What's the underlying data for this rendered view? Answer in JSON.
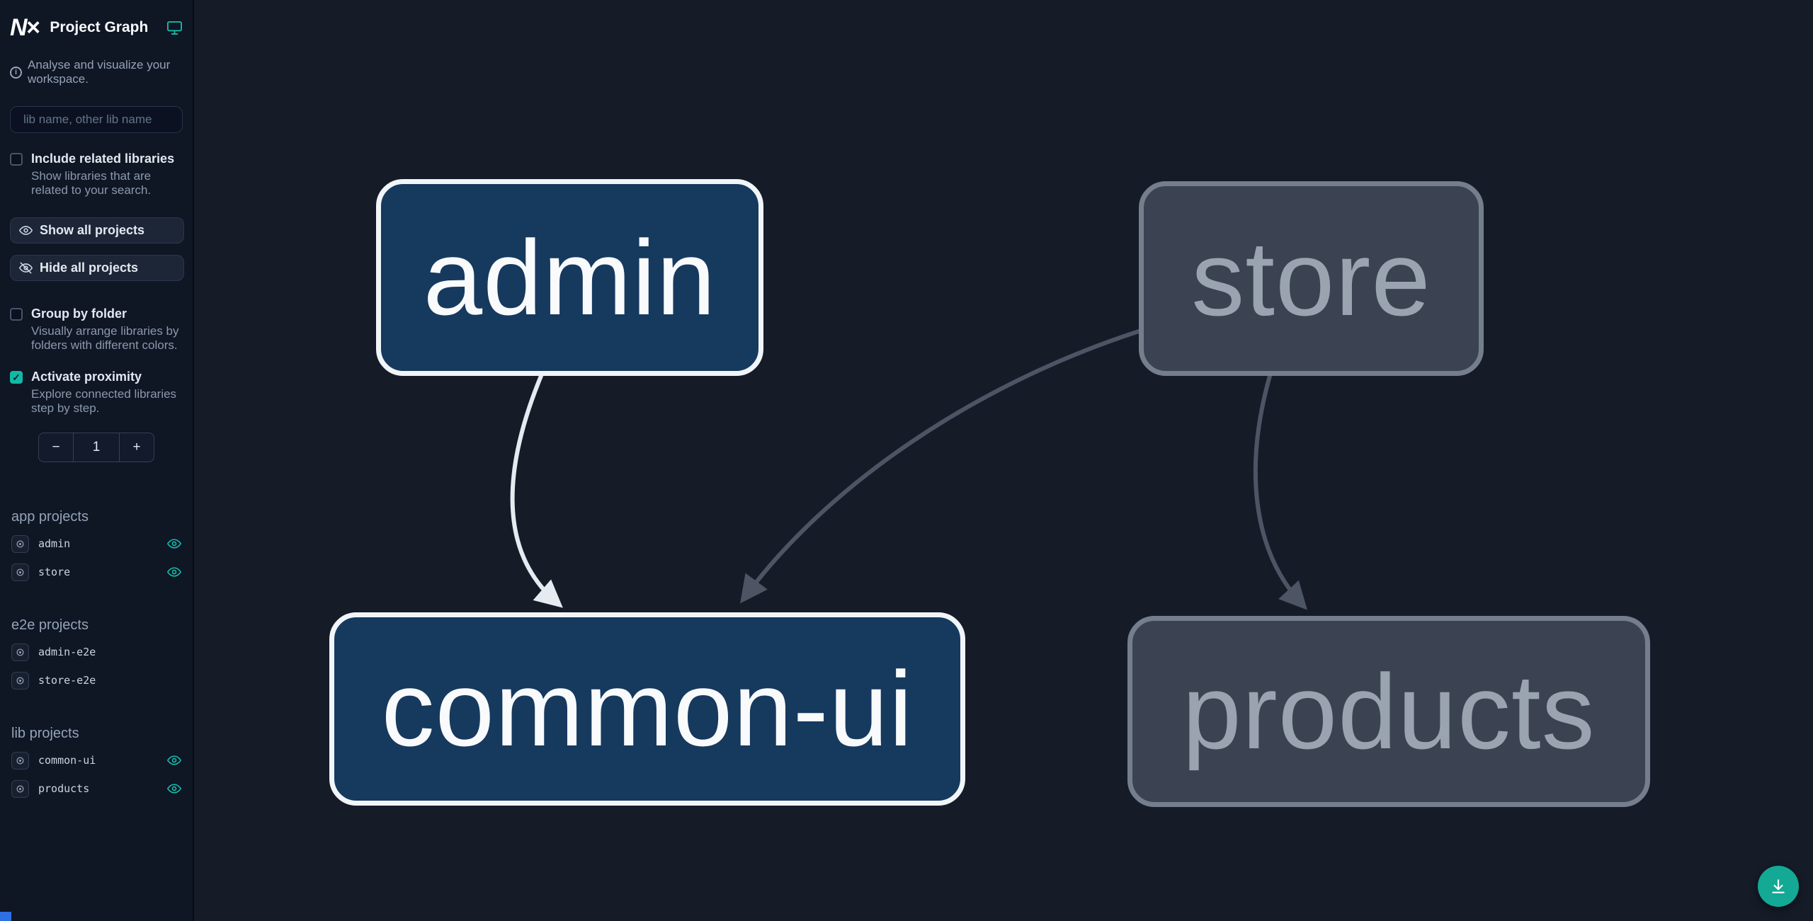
{
  "app": {
    "title": "Project Graph",
    "tagline": "Analyse and visualize your workspace."
  },
  "sidebar": {
    "search": {
      "placeholder": "lib name, other lib name"
    },
    "related": {
      "label": "Include related libraries",
      "description": "Show libraries that are related to your search.",
      "checked": false
    },
    "buttons": {
      "show_all": "Show all projects",
      "hide_all": "Hide all projects"
    },
    "group_by_folder": {
      "label": "Group by folder",
      "description": "Visually arrange libraries by folders with different colors.",
      "checked": false
    },
    "proximity": {
      "label": "Activate proximity",
      "description": "Explore connected libraries step by step.",
      "checked": true,
      "decrement": "−",
      "value": "1",
      "increment": "+"
    },
    "sections": [
      {
        "title": "app projects",
        "items": [
          {
            "name": "admin",
            "visible": true
          },
          {
            "name": "store",
            "visible": true
          }
        ]
      },
      {
        "title": "e2e projects",
        "items": [
          {
            "name": "admin-e2e",
            "visible": false
          },
          {
            "name": "store-e2e",
            "visible": false
          }
        ]
      },
      {
        "title": "lib projects",
        "items": [
          {
            "name": "common-ui",
            "visible": true
          },
          {
            "name": "products",
            "visible": true
          }
        ]
      }
    ]
  },
  "graph": {
    "nodes": [
      {
        "id": "admin",
        "label": "admin",
        "state": "focused"
      },
      {
        "id": "store",
        "label": "store",
        "state": "dimmed"
      },
      {
        "id": "common-ui",
        "label": "common-ui",
        "state": "focused"
      },
      {
        "id": "products",
        "label": "products",
        "state": "dimmed"
      }
    ],
    "edges": [
      {
        "from": "admin",
        "to": "common-ui",
        "state": "focused"
      },
      {
        "from": "store",
        "to": "common-ui",
        "state": "dimmed"
      },
      {
        "from": "store",
        "to": "products",
        "state": "dimmed"
      }
    ]
  },
  "colors": {
    "accent_teal": "#14b8a6",
    "sidebar_bg": "#0f1624",
    "canvas_bg": "#161b28",
    "node_focused_fill": "#16395e",
    "node_focused_border": "#f1f5f9",
    "node_dimmed_fill": "#3b4353",
    "node_dimmed_border": "#747e8d",
    "edge_focused": "#e6ebf1",
    "edge_dimmed": "#4d5565"
  }
}
